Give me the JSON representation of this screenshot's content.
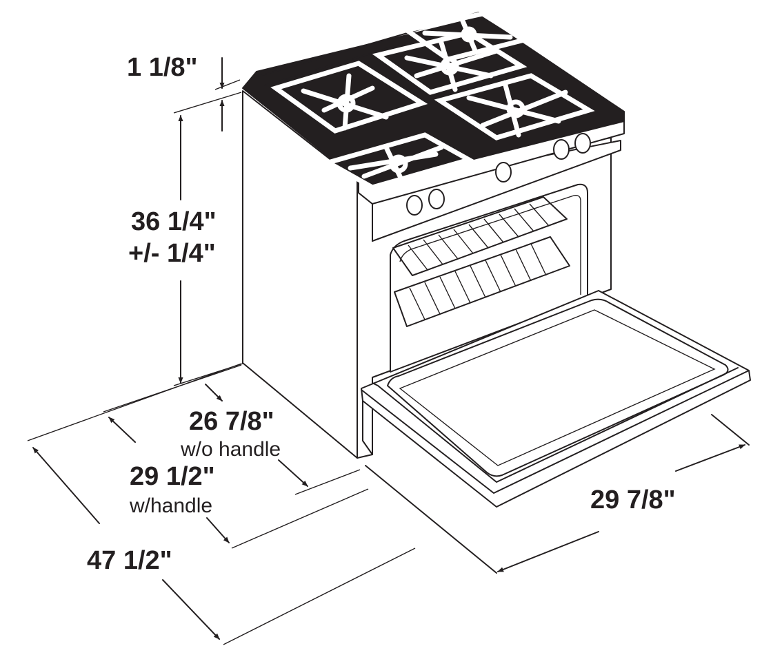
{
  "dimensions": {
    "burner_grate_height": "1 1/8\"",
    "range_height": "36 1/4\"",
    "range_height_tolerance": "+/- 1/4\"",
    "depth_without_handle": "26 7/8\"",
    "depth_without_handle_note": "w/o handle",
    "depth_with_handle": "29 1/2\"",
    "depth_with_handle_note": "w/handle",
    "depth_door_open": "47 1/2\"",
    "width": "29 7/8\""
  },
  "colors": {
    "line": "#231f20",
    "background": "#ffffff"
  }
}
